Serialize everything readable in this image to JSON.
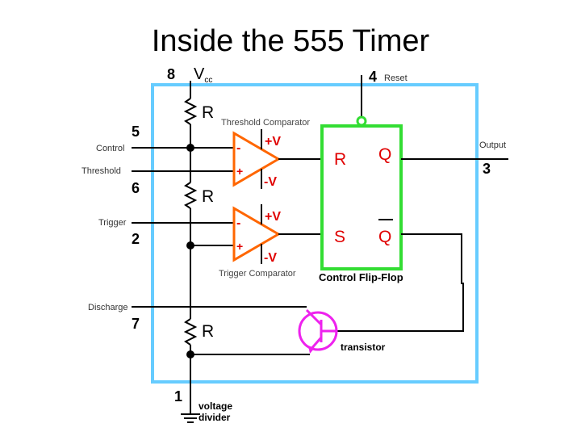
{
  "title": "Inside the 555 Timer",
  "pins": {
    "p8": "8",
    "p4": "4",
    "p5": "5",
    "p6": "6",
    "p2": "2",
    "p7": "7",
    "p1": "1",
    "p3": "3"
  },
  "supply": {
    "vcc": "V",
    "vcc_sub": "cc"
  },
  "signals": {
    "reset": "Reset",
    "control": "Control",
    "threshold": "Threshold",
    "trigger": "Trigger",
    "discharge": "Discharge",
    "output": "Output"
  },
  "resistor_label": "R",
  "comparators": {
    "threshold_title": "Threshold Comparator",
    "trigger_title": "Trigger Comparator",
    "minus": "-",
    "plus": "+",
    "pos_rail": "+V",
    "neg_rail": "-V"
  },
  "flipflop": {
    "r": "R",
    "q": "Q",
    "s": "S",
    "qbar": "Q",
    "label": "Control Flip-Flop"
  },
  "transistor_label": "transistor",
  "divider": {
    "line1": "voltage",
    "line2": "divider"
  },
  "colors": {
    "box": "#66ccff",
    "flipflop": "#33dd33",
    "comparator": "#ff6600",
    "rail_text": "#e00000",
    "transistor": "#ee22ee"
  }
}
